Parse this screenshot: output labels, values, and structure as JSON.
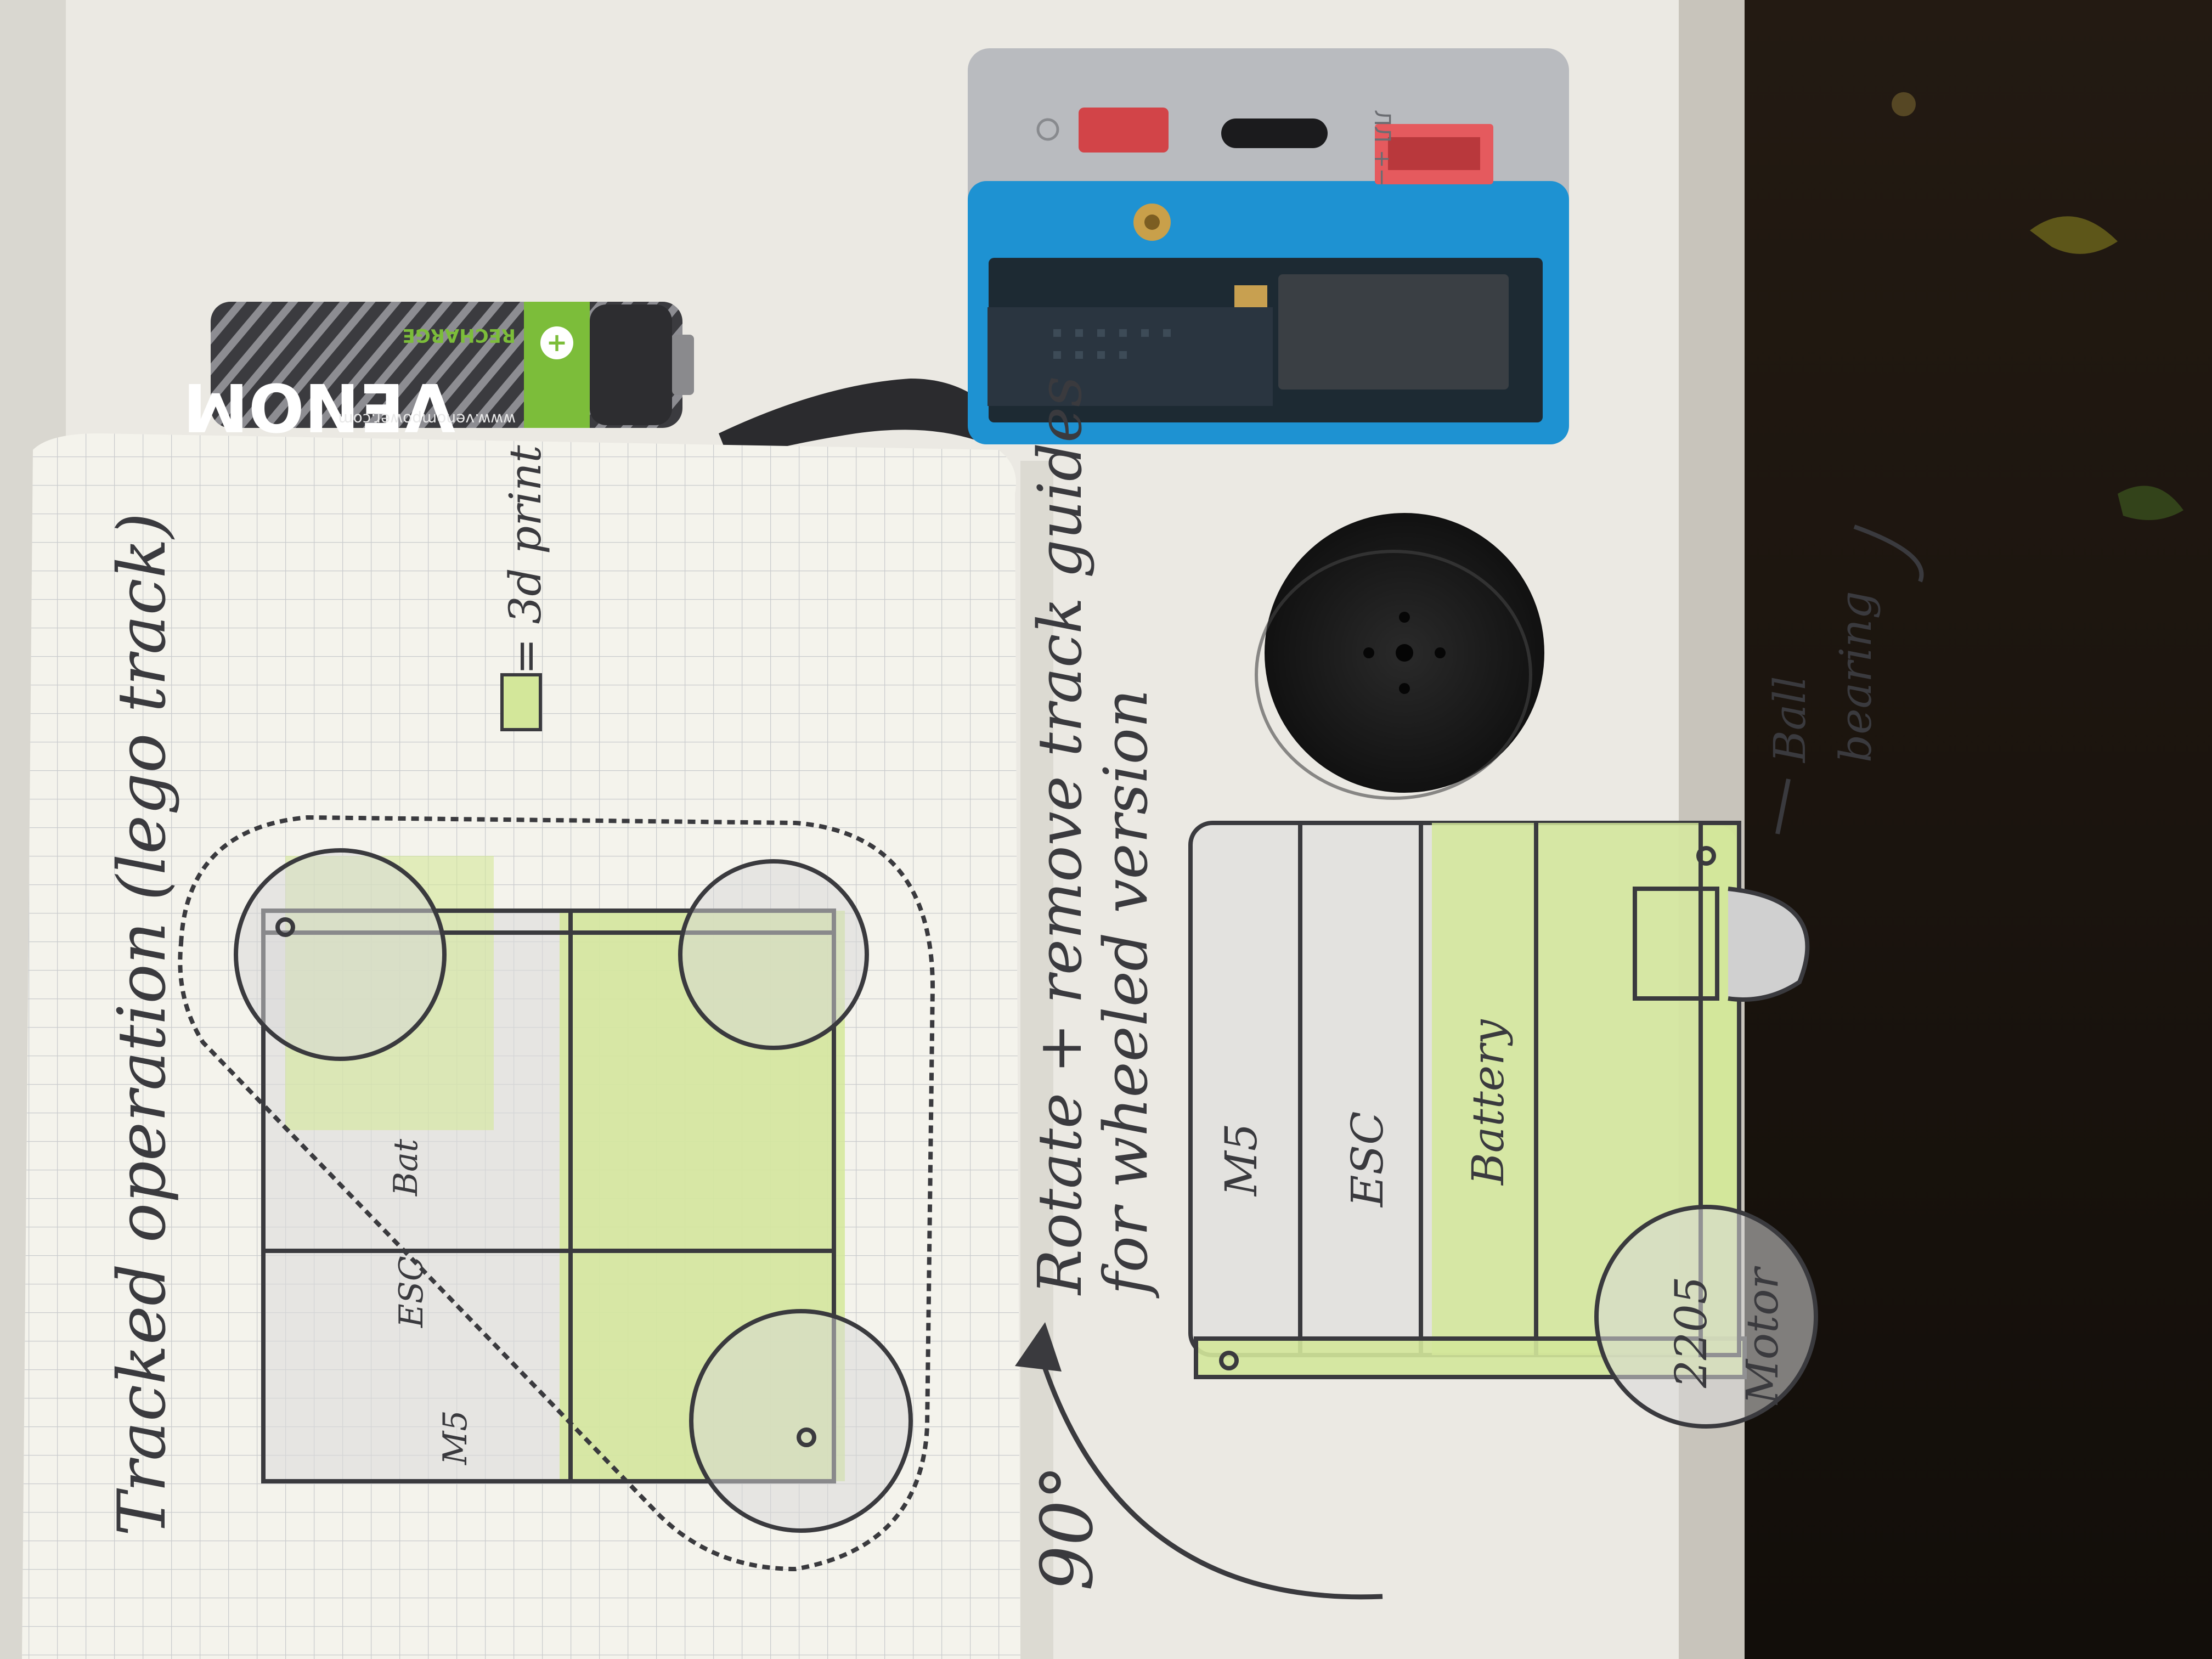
{
  "battery": {
    "brand": "VENOM",
    "sub_brand": "RECHARGE",
    "url": "www.venompower.com",
    "terminal": "+"
  },
  "controller": {
    "port_label": "ЛЛ +−"
  },
  "notebook": {
    "title": "Tracked operation (lego track)",
    "legend": "= 3d print",
    "instruction_line1": "Rotate + remove track guides",
    "instruction_line2": "for wheeled version",
    "rotation": "90°",
    "sketch1_m5": "M5",
    "sketch1_esc": "ESC",
    "sketch1_bat": "Bat",
    "wheeled": {
      "m5": "M5",
      "esc": "ESC",
      "battery": "Battery",
      "motor_size": "2205",
      "motor": "Motor",
      "ball": "Ball",
      "bearing": "bearing"
    }
  },
  "colors": {
    "sill": "#ebe9e3",
    "dark_window": "#1c1610",
    "paper": "#f4f3ec",
    "grid": "#c9cbcd",
    "pencil": "#3a3a3e",
    "highlighter_green": "#d3e79a",
    "controller_blue": "#1e92d2",
    "controller_grey": "#b9bbbf",
    "button_red": "#d24448"
  }
}
